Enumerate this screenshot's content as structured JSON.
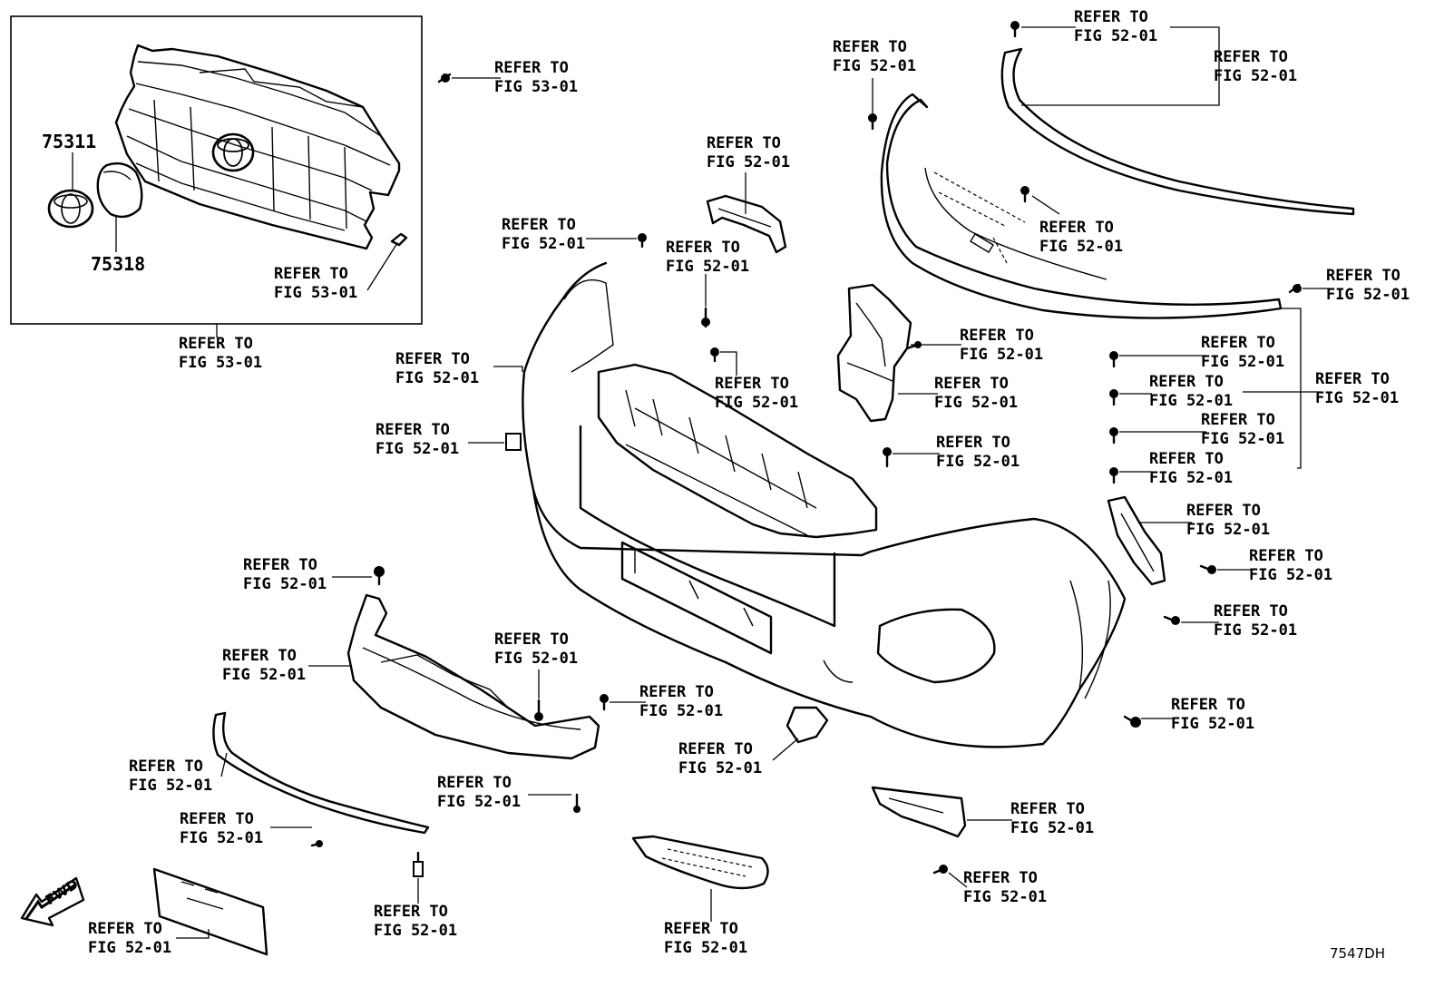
{
  "refer": {
    "label_line1": "REFER TO",
    "fig_52": "FIG 52-01",
    "fig_53": "FIG 53-01"
  },
  "parts": {
    "emblem": "75311",
    "emblem_base": "75318"
  },
  "fwd_arrow": "FWD",
  "figure_code": "7547DH",
  "icons": [
    "clip-icon",
    "screw-icon",
    "bolt-icon",
    "fwd-arrow-icon"
  ]
}
